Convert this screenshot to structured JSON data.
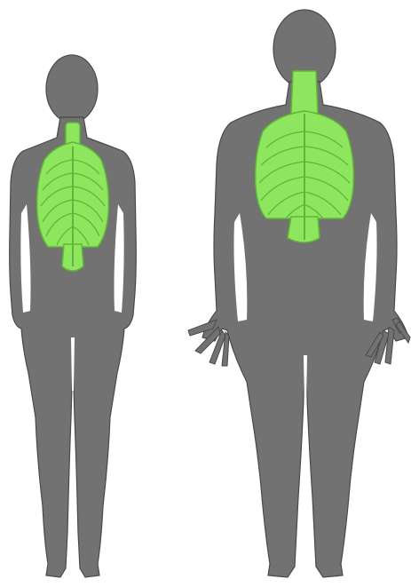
{
  "colors": {
    "background": "#ffffff",
    "body_silhouette": "#727272",
    "body_outline": "#4a4a4a",
    "skeleton_fill": "#8ee65e",
    "skeleton_line": "#5fb63a"
  },
  "figures": [
    {
      "name": "female-figure",
      "skeleton": "thoracic-skeleton",
      "view": "back"
    },
    {
      "name": "male-figure",
      "skeleton": "thoracic-skeleton",
      "view": "back"
    }
  ]
}
